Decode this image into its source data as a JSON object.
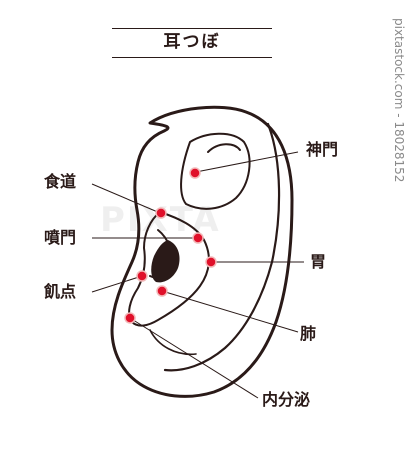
{
  "title": "耳つぼ",
  "watermark": "pixtastock.com - 18028152",
  "background_mark": "PIXTA",
  "colors": {
    "ink": "#2a1a18",
    "point": "#e0102a",
    "point_ring": "#f2b8b8"
  },
  "labels": {
    "shenmen": "神門",
    "shokudo": "食道",
    "funmon": "噴門",
    "i": "胃",
    "kiten": "飢点",
    "hai": "肺",
    "naibunpitsu": "内分泌"
  }
}
